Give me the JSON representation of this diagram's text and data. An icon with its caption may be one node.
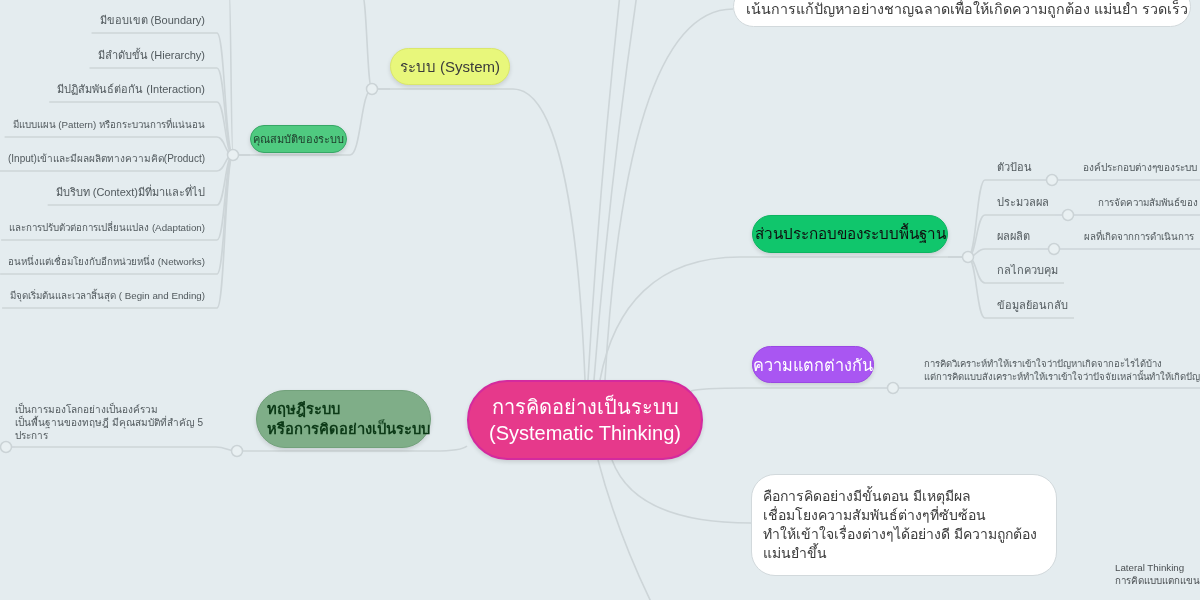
{
  "diagram": {
    "nodes": [
      {
        "text": [
          "การคิดอย่างเป็นระบบ (Systematic Thinking)"
        ]
      },
      {
        "text": [
          "เน้นการแก้ปัญหาอย่างชาญฉลาดเพื่อให้เกิดความถูกต้อง แม่นยำ รวดเร็ว"
        ]
      },
      {
        "text": [
          "ระบบ (System)"
        ]
      },
      {
        "text": [
          "คุณสมบัติของระบบ"
        ]
      },
      {
        "text": [
          "มีขอบเขต (Boundary)"
        ]
      },
      {
        "text": [
          "มีลำดับขั้น (Hierarchy)"
        ]
      },
      {
        "text": [
          "มีปฏิสัมพันธ์ต่อกัน (Interaction)"
        ]
      },
      {
        "text": [
          "มีแบบแผน (Pattern) หรือกระบวนการที่แน่นอน"
        ]
      },
      {
        "text": [
          "(Input)เข้าและมีผลผลิตทางความคิด(Product)"
        ]
      },
      {
        "text": [
          "มีบริบท (Context)มีที่มาและที่ไป"
        ]
      },
      {
        "text": [
          "และการปรับตัวต่อการเปลี่ยนแปลง (Adaptation)"
        ]
      },
      {
        "text": [
          "อนหนึ่งแต่เชื่อมโยงกับอีกหน่วยหนึ่ง (Networks)"
        ]
      },
      {
        "text": [
          "มีจุดเริ่มต้นและเวลาสิ้นสุด ( Begin and Ending)"
        ]
      },
      {
        "text": [
          "ส่วนประกอบของระบบพื้นฐาน"
        ]
      },
      {
        "text": [
          "ตัวป้อน"
        ]
      },
      {
        "text": [
          "องค์ประกอบต่างๆของระบบ"
        ]
      },
      {
        "text": [
          "ประมวลผล"
        ]
      },
      {
        "text": [
          "การจัดความสัมพันธ์ของ"
        ]
      },
      {
        "text": [
          "ผลผลิต"
        ]
      },
      {
        "text": [
          "ผลที่เกิดจากการดำเนินการ"
        ]
      },
      {
        "text": [
          "กลไกควบคุม"
        ]
      },
      {
        "text": [
          "ข้อมูลย้อนกลับ"
        ]
      },
      {
        "text": [
          "ความแตกต่างกัน"
        ]
      },
      {
        "text": [
          "การคิดวิเคราะห์ทำให้เราเข้าใจว่าปัญหาเกิดจากอะไรได้บ้าง แต่การคิดแบบสังเคราะห์ทำให้เราเข้าใจว่าปัจจัยเหล่านั้นทำให้เกิดปัญ"
        ]
      },
      {
        "text": [
          "คือการคิดอย่างมีขั้นตอน มีเหตุมีผล เชื่อมโยงความสัมพันธ์ต่างๆที่ซับซ้อน ทำให้เข้าใจเรื่องต่างๆได้อย่างดี มีความถูกต้อง แม่นยำขึ้น"
        ]
      },
      {
        "text": [
          "ทฤษฎีระบบ หรือการคิดอย่างเป็นระบบ"
        ]
      },
      {
        "text": [
          "เป็นการมองโลกอย่างเป็นองค์รวม เป็นพื้นฐานของทฤษฎี มีคุณสมบัติที่สำคัญ 5 ประการ"
        ]
      }
    ],
    "edges": [
      {
        "from": 0,
        "to": 1,
        "arrow": "none"
      },
      {
        "from": 0,
        "to": 2,
        "arrow": "none"
      },
      {
        "from": 2,
        "to": 3,
        "arrow": "none"
      },
      {
        "from": 3,
        "to": 4,
        "arrow": "none"
      },
      {
        "from": 3,
        "to": 5,
        "arrow": "none"
      },
      {
        "from": 3,
        "to": 6,
        "arrow": "none"
      },
      {
        "from": 3,
        "to": 7,
        "arrow": "none"
      },
      {
        "from": 3,
        "to": 8,
        "arrow": "none"
      },
      {
        "from": 3,
        "to": 9,
        "arrow": "none"
      },
      {
        "from": 3,
        "to": 10,
        "arrow": "none"
      },
      {
        "from": 3,
        "to": 11,
        "arrow": "none"
      },
      {
        "from": 3,
        "to": 12,
        "arrow": "none"
      },
      {
        "from": 0,
        "to": 13,
        "arrow": "none"
      },
      {
        "from": 13,
        "to": 14,
        "arrow": "none"
      },
      {
        "from": 14,
        "to": 15,
        "arrow": "none"
      },
      {
        "from": 13,
        "to": 16,
        "arrow": "none"
      },
      {
        "from": 16,
        "to": 17,
        "arrow": "none"
      },
      {
        "from": 13,
        "to": 18,
        "arrow": "none"
      },
      {
        "from": 18,
        "to": 19,
        "arrow": "none"
      },
      {
        "from": 13,
        "to": 20,
        "arrow": "none"
      },
      {
        "from": 13,
        "to": 21,
        "arrow": "none"
      },
      {
        "from": 0,
        "to": 22,
        "arrow": "none"
      },
      {
        "from": 22,
        "to": 23,
        "arrow": "none"
      },
      {
        "from": 0,
        "to": 24,
        "arrow": "none"
      },
      {
        "from": 0,
        "to": 25,
        "arrow": "none"
      },
      {
        "from": 25,
        "to": 26,
        "arrow": "none"
      },
      {
        "from": 2,
        "to": null,
        "arrow": "none"
      },
      {
        "from": 3,
        "to": null,
        "arrow": "none"
      },
      {
        "from": 0,
        "to": null,
        "arrow": "none"
      },
      {
        "from": 0,
        "to": null,
        "arrow": "none"
      },
      {
        "from": 0,
        "to": null,
        "arrow": "none"
      },
      {
        "from": 26,
        "to": null,
        "arrow": "none"
      }
    ],
    "labels": [
      "Lateral Thinking การคิดแบบแตกแขน"
    ]
  }
}
